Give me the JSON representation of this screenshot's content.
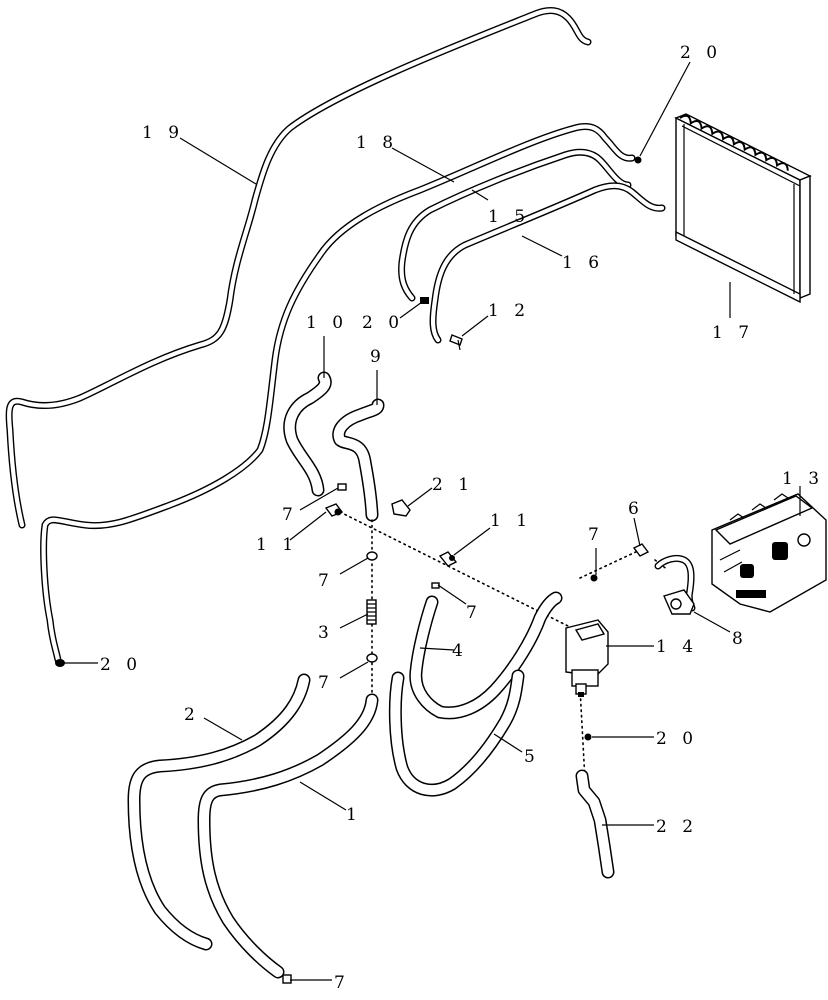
{
  "diagram": {
    "callouts": [
      {
        "id": "c19",
        "text": "1 9"
      },
      {
        "id": "c18",
        "text": "1 8"
      },
      {
        "id": "c15",
        "text": "1 5"
      },
      {
        "id": "c16",
        "text": "1 6"
      },
      {
        "id": "c17",
        "text": "1 7"
      },
      {
        "id": "c20a",
        "text": "2 0"
      },
      {
        "id": "c20b",
        "text": "2 0"
      },
      {
        "id": "c12",
        "text": "1 2"
      },
      {
        "id": "c10",
        "text": "1 0"
      },
      {
        "id": "c9",
        "text": "9"
      },
      {
        "id": "c21",
        "text": "2 1"
      },
      {
        "id": "c7a",
        "text": "7"
      },
      {
        "id": "c11a",
        "text": "1 1"
      },
      {
        "id": "c11b",
        "text": "1 1"
      },
      {
        "id": "c7b",
        "text": "7"
      },
      {
        "id": "c6",
        "text": "6"
      },
      {
        "id": "c13",
        "text": "1 3"
      },
      {
        "id": "c7c",
        "text": "7"
      },
      {
        "id": "c7d",
        "text": "7"
      },
      {
        "id": "c3",
        "text": "3"
      },
      {
        "id": "c8",
        "text": "8"
      },
      {
        "id": "c4",
        "text": "4"
      },
      {
        "id": "c14",
        "text": "1 4"
      },
      {
        "id": "c20c",
        "text": "2 0"
      },
      {
        "id": "c7e",
        "text": "7"
      },
      {
        "id": "c2",
        "text": "2"
      },
      {
        "id": "c5",
        "text": "5"
      },
      {
        "id": "c1",
        "text": "1"
      },
      {
        "id": "c20d",
        "text": "2 0"
      },
      {
        "id": "c22",
        "text": "2 2"
      },
      {
        "id": "c7f",
        "text": "7"
      }
    ]
  }
}
